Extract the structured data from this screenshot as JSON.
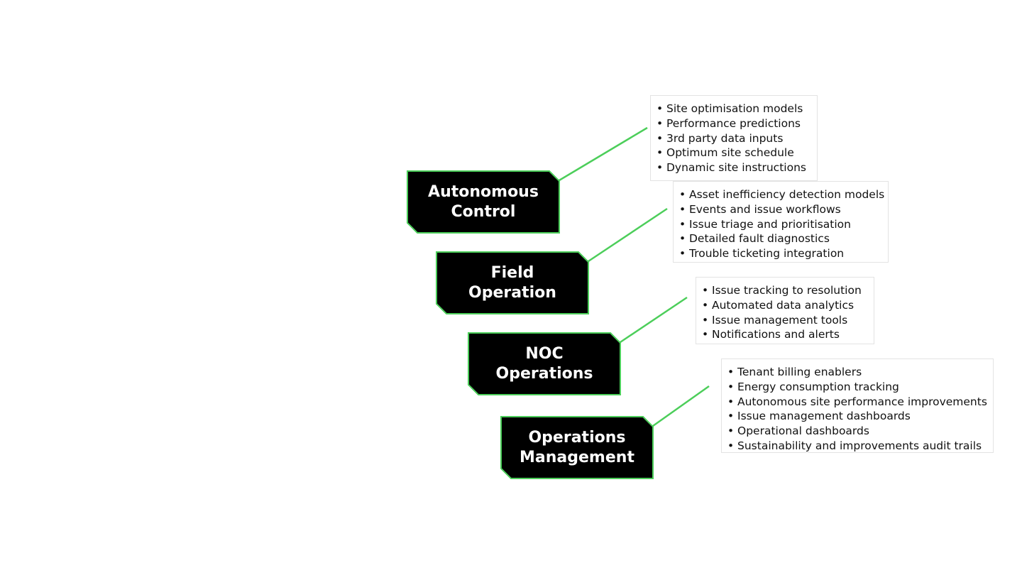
{
  "theme": {
    "box_fill": "#000000",
    "accent": "#4cce5a",
    "text_on_box": "#ffffff",
    "list_text": "#111111"
  },
  "stages": [
    {
      "title_lines": [
        "Autonomous",
        "Control"
      ],
      "items": [
        "Site optimisation models",
        "Performance predictions",
        "3rd party data inputs",
        "Optimum site schedule",
        "Dynamic site instructions"
      ]
    },
    {
      "title_lines": [
        "Field",
        "Operation"
      ],
      "items": [
        "Asset inefficiency detection models",
        "Events and issue workflows",
        "Issue triage and prioritisation",
        "Detailed fault diagnostics",
        "Trouble ticketing integration"
      ]
    },
    {
      "title_lines": [
        "NOC",
        "Operations"
      ],
      "items": [
        "Issue tracking to resolution",
        "Automated data analytics",
        "Issue management tools",
        "Notifications and alerts"
      ]
    },
    {
      "title_lines": [
        "Operations",
        "Management"
      ],
      "items": [
        "Tenant billing enablers",
        "Energy consumption tracking",
        "Autonomous site performance improvements",
        "Issue management dashboards",
        "Operational dashboards",
        "Sustainability and improvements audit trails"
      ]
    }
  ]
}
